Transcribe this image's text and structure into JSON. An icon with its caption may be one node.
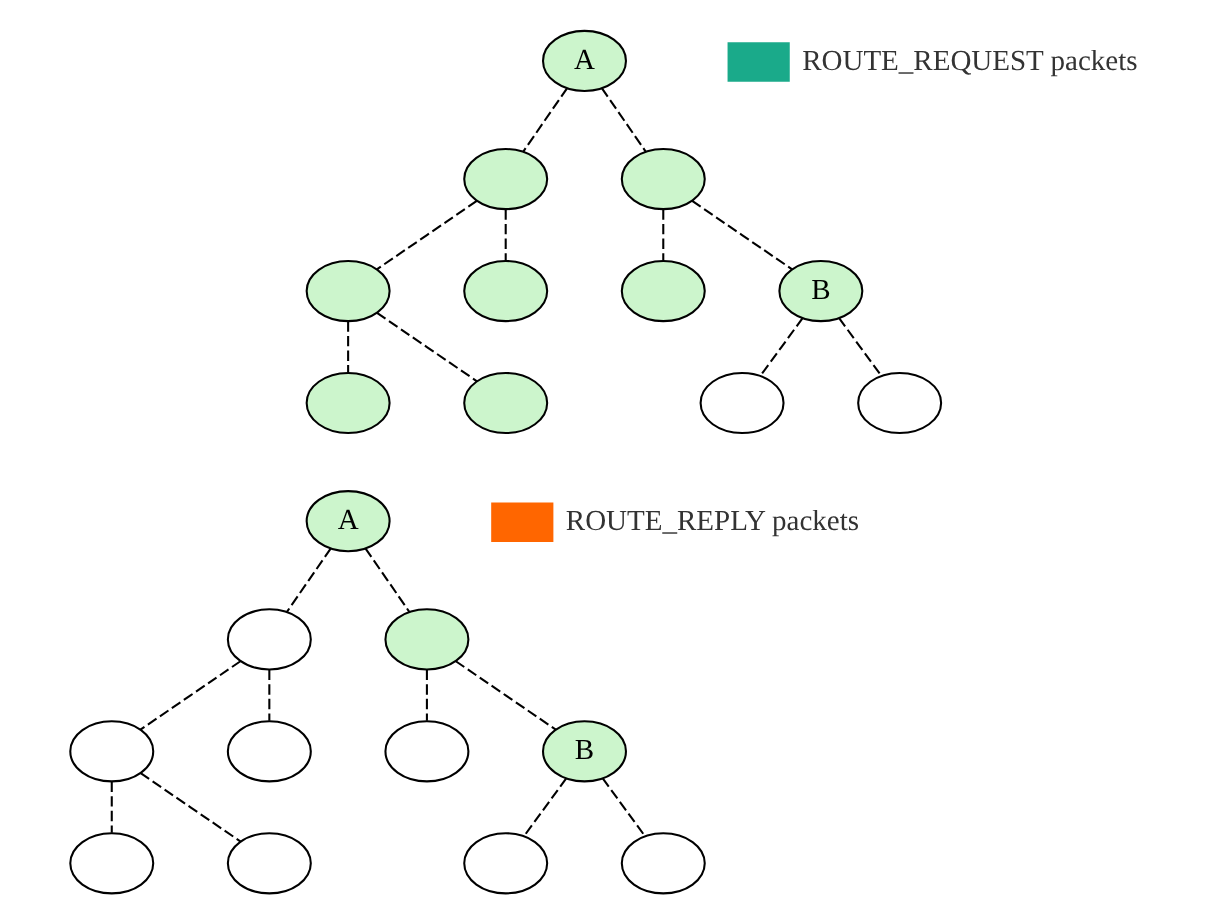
{
  "diagram": {
    "nodes": [
      {
        "text": [
          "A"
        ]
      },
      {
        "text": [],
        "shape": "circle"
      },
      {
        "text": [],
        "shape": "circle"
      },
      {
        "text": [],
        "shape": "circle"
      },
      {
        "text": [],
        "shape": "circle"
      },
      {
        "text": [],
        "shape": "circle"
      },
      {
        "text": [
          "B"
        ]
      },
      {
        "text": [],
        "shape": "circle"
      },
      {
        "text": [],
        "shape": "circle"
      },
      {
        "text": [],
        "shape": "circle"
      },
      {
        "text": [],
        "shape": "circle"
      },
      {
        "text": [
          "A"
        ]
      },
      {
        "text": [],
        "shape": "circle"
      },
      {
        "text": [],
        "shape": "circle"
      },
      {
        "text": [],
        "shape": "circle"
      },
      {
        "text": [],
        "shape": "circle"
      },
      {
        "text": [],
        "shape": "circle"
      },
      {
        "text": [
          "B"
        ]
      },
      {
        "text": [],
        "shape": "circle"
      },
      {
        "text": [],
        "shape": "circle"
      },
      {
        "text": [],
        "shape": "circle"
      },
      {
        "text": [],
        "shape": "circle"
      }
    ],
    "edges": [
      {
        "from": 0,
        "to": 1,
        "arrow": "none",
        "style": "dashed"
      },
      {
        "from": 0,
        "to": 2,
        "arrow": "none",
        "style": "dashed"
      },
      {
        "from": 1,
        "to": 3,
        "arrow": "none",
        "style": "dashed"
      },
      {
        "from": 1,
        "to": 4,
        "arrow": "none",
        "style": "dashed"
      },
      {
        "from": 2,
        "to": 5,
        "arrow": "none",
        "style": "dashed"
      },
      {
        "from": 2,
        "to": 6,
        "arrow": "none",
        "style": "dashed"
      },
      {
        "from": 3,
        "to": 7,
        "arrow": "none",
        "style": "dashed"
      },
      {
        "from": 3,
        "to": 8,
        "arrow": "none",
        "style": "dashed"
      },
      {
        "from": 6,
        "to": 9,
        "arrow": "none",
        "style": "dashed"
      },
      {
        "from": 6,
        "to": 10,
        "arrow": "none",
        "style": "dashed"
      },
      {
        "from": 11,
        "to": 12,
        "arrow": "none",
        "style": "dashed"
      },
      {
        "from": 11,
        "to": 13,
        "arrow": "none",
        "style": "dashed"
      },
      {
        "from": 12,
        "to": 14,
        "arrow": "none",
        "style": "dashed"
      },
      {
        "from": 12,
        "to": 15,
        "arrow": "none",
        "style": "dashed"
      },
      {
        "from": 13,
        "to": 16,
        "arrow": "none",
        "style": "dashed"
      },
      {
        "from": 13,
        "to": 17,
        "arrow": "none",
        "style": "dashed"
      },
      {
        "from": 14,
        "to": 18,
        "arrow": "none",
        "style": "dashed"
      },
      {
        "from": 14,
        "to": 19,
        "arrow": "none",
        "style": "dashed"
      },
      {
        "from": 17,
        "to": 20,
        "arrow": "none",
        "style": "dashed"
      },
      {
        "from": 17,
        "to": 21,
        "arrow": "none",
        "style": "dashed"
      }
    ],
    "legend": [
      {
        "text": "ROUTE_REQUEST packets"
      },
      {
        "text": "ROUTE_REPLY packets"
      }
    ]
  }
}
